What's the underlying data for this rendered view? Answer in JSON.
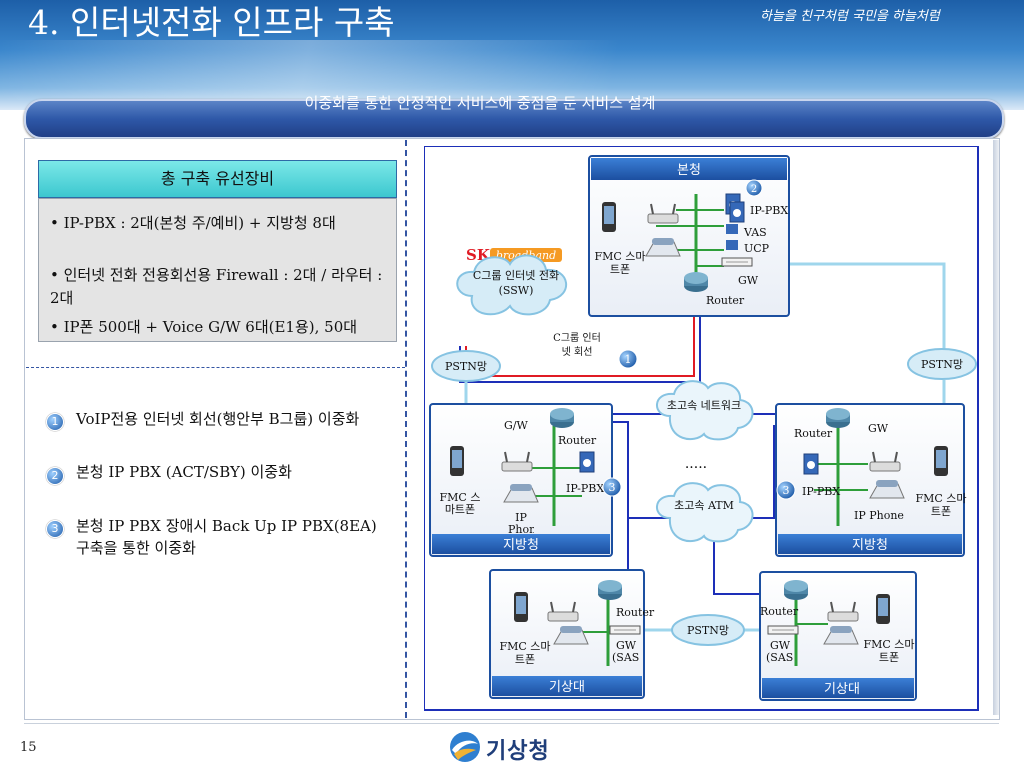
{
  "header": {
    "title": "4. 인터넷전화 인프라 구축",
    "slogan": "하늘을 친구처럼 국민을 하늘처럼",
    "subtitle": "이중화를 통한 안정적인 서비스에 중점을 둔 서비스 설계"
  },
  "equipment": {
    "heading": "총 구축 유선장비",
    "items": [
      "• IP-PBX : 2대(본청 주/예비) + 지방청 8대",
      "• 인터넷 전화 전용회선용 Firewall : 2대 / 라우터 : 2대",
      "• IP폰 500대 + Voice G/W 6대(E1용), 50대"
    ]
  },
  "redundancy": [
    {
      "num": "1",
      "text": "VoIP전용 인터넷 회선(행안부 B그룹) 이중화"
    },
    {
      "num": "2",
      "text": "본청 IP PBX (ACT/SBY) 이중화"
    },
    {
      "num": "3",
      "text": "본청 IP PBX 장애시 Back Up IP PBX(8EA) 구축을 통한 이중화"
    }
  ],
  "diagram": {
    "hq": {
      "title": "본청",
      "num": "2",
      "ippbx": "IP-PBX",
      "vas": "VAS",
      "ucp": "UCP",
      "gw": "GW",
      "router": "Router",
      "fmc": "FMC 스마트폰"
    },
    "sk": {
      "logo_sk": "SK",
      "logo_bb": "broadband",
      "cloud": "C그룹 인터넷 전화(SSW)"
    },
    "cline": {
      "label": "C그룹 인터넷 회선",
      "num": "1"
    },
    "pstn_left": "PSTN망",
    "pstn_right": "PSTN망",
    "pstn_bottom": "PSTN망",
    "net_fast": "초고속 네트워크",
    "net_dots": "·····",
    "net_atm": "초고속 ATM",
    "regional_left": {
      "title": "지방청",
      "gw": "G/W",
      "router": "Router",
      "ippbx": "IP-PBX",
      "num": "3",
      "fmc": "FMC 스마트폰",
      "ipphone": "IP Phone"
    },
    "regional_right": {
      "title": "지방청",
      "gw": "GW",
      "router": "Router",
      "ippbx": "IP-PBX",
      "num": "3",
      "fmc": "FMC 스마트폰",
      "ipphone": "IP Phone"
    },
    "kma_left": {
      "title": "기상대",
      "router": "Router",
      "gw": "GW (SAS)",
      "fmc": "FMC 스마트폰"
    },
    "kma_right": {
      "title": "기상대",
      "router": "Router",
      "gw": "GW (SAS)",
      "fmc": "FMC 스마트폰"
    }
  },
  "footer": {
    "page": "15",
    "logo": "기상청"
  },
  "colors": {
    "header_blue": "#1d5fa8",
    "bar_blue": "#2e58a8",
    "box_cyan": "#3cc7cf",
    "line_red": "#e01b24",
    "line_blue": "#1d2fb8",
    "line_green": "#2e9e3a",
    "line_lightblue": "#9fd6ec"
  }
}
